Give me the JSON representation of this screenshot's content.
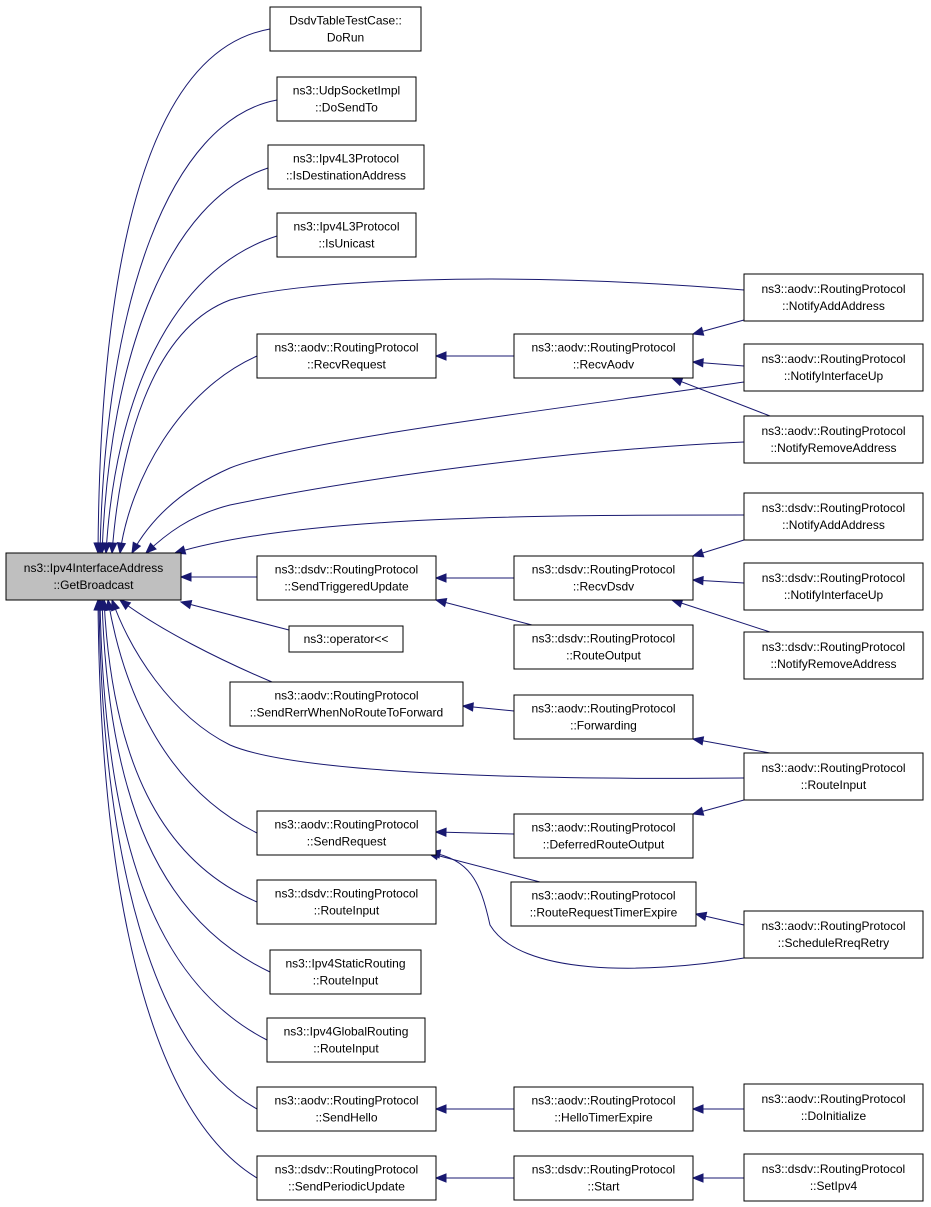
{
  "colors": {
    "edge": "#191970",
    "root_fill": "#bfbfbf",
    "node_fill": "#ffffff",
    "node_border": "#000000"
  },
  "nodes": [
    {
      "id": "root",
      "lines": [
        "ns3::Ipv4InterfaceAddress",
        "::GetBroadcast"
      ]
    },
    {
      "id": "dsdvtable-dorun",
      "lines": [
        "DsdvTableTestCase::",
        "DoRun"
      ]
    },
    {
      "id": "udp-dosendto",
      "lines": [
        "ns3::UdpSocketImpl",
        "::DoSendTo"
      ]
    },
    {
      "id": "ipv4l3-isdest",
      "lines": [
        "ns3::Ipv4L3Protocol",
        "::IsDestinationAddress"
      ]
    },
    {
      "id": "ipv4l3-isunicast",
      "lines": [
        "ns3::Ipv4L3Protocol",
        "::IsUnicast"
      ]
    },
    {
      "id": "aodv-recvrequest",
      "lines": [
        "ns3::aodv::RoutingProtocol",
        "::RecvRequest"
      ]
    },
    {
      "id": "dsdv-sendtriggered",
      "lines": [
        "ns3::dsdv::RoutingProtocol",
        "::SendTriggeredUpdate"
      ]
    },
    {
      "id": "operator-shift",
      "lines": [
        "ns3::operator<<"
      ]
    },
    {
      "id": "aodv-sendrerr",
      "lines": [
        "ns3::aodv::RoutingProtocol",
        "::SendRerrWhenNoRouteToForward"
      ]
    },
    {
      "id": "aodv-sendrequest",
      "lines": [
        "ns3::aodv::RoutingProtocol",
        "::SendRequest"
      ]
    },
    {
      "id": "dsdv-routeinput",
      "lines": [
        "ns3::dsdv::RoutingProtocol",
        "::RouteInput"
      ]
    },
    {
      "id": "static-routeinput",
      "lines": [
        "ns3::Ipv4StaticRouting",
        "::RouteInput"
      ]
    },
    {
      "id": "global-routeinput",
      "lines": [
        "ns3::Ipv4GlobalRouting",
        "::RouteInput"
      ]
    },
    {
      "id": "aodv-sendhello",
      "lines": [
        "ns3::aodv::RoutingProtocol",
        "::SendHello"
      ]
    },
    {
      "id": "dsdv-sendperiodic",
      "lines": [
        "ns3::dsdv::RoutingProtocol",
        "::SendPeriodicUpdate"
      ]
    },
    {
      "id": "aodv-recvaodv",
      "lines": [
        "ns3::aodv::RoutingProtocol",
        "::RecvAodv"
      ]
    },
    {
      "id": "dsdv-recvdsdv",
      "lines": [
        "ns3::dsdv::RoutingProtocol",
        "::RecvDsdv"
      ]
    },
    {
      "id": "dsdv-routeoutput",
      "lines": [
        "ns3::dsdv::RoutingProtocol",
        "::RouteOutput"
      ]
    },
    {
      "id": "aodv-forwarding",
      "lines": [
        "ns3::aodv::RoutingProtocol",
        "::Forwarding"
      ]
    },
    {
      "id": "aodv-deferred",
      "lines": [
        "ns3::aodv::RoutingProtocol",
        "::DeferredRouteOutput"
      ]
    },
    {
      "id": "aodv-rreqtimer",
      "lines": [
        "ns3::aodv::RoutingProtocol",
        "::RouteRequestTimerExpire"
      ]
    },
    {
      "id": "aodv-hellotimer",
      "lines": [
        "ns3::aodv::RoutingProtocol",
        "::HelloTimerExpire"
      ]
    },
    {
      "id": "dsdv-start",
      "lines": [
        "ns3::dsdv::RoutingProtocol",
        "::Start"
      ]
    },
    {
      "id": "aodv-notifyadd",
      "lines": [
        "ns3::aodv::RoutingProtocol",
        "::NotifyAddAddress"
      ]
    },
    {
      "id": "aodv-notifyup",
      "lines": [
        "ns3::aodv::RoutingProtocol",
        "::NotifyInterfaceUp"
      ]
    },
    {
      "id": "aodv-notifyremove",
      "lines": [
        "ns3::aodv::RoutingProtocol",
        "::NotifyRemoveAddress"
      ]
    },
    {
      "id": "dsdv-notifyadd",
      "lines": [
        "ns3::dsdv::RoutingProtocol",
        "::NotifyAddAddress"
      ]
    },
    {
      "id": "dsdv-notifyup",
      "lines": [
        "ns3::dsdv::RoutingProtocol",
        "::NotifyInterfaceUp"
      ]
    },
    {
      "id": "dsdv-notifyremove",
      "lines": [
        "ns3::dsdv::RoutingProtocol",
        "::NotifyRemoveAddress"
      ]
    },
    {
      "id": "aodv-routeinput",
      "lines": [
        "ns3::aodv::RoutingProtocol",
        "::RouteInput"
      ]
    },
    {
      "id": "aodv-schedulerreq",
      "lines": [
        "ns3::aodv::RoutingProtocol",
        "::ScheduleRreqRetry"
      ]
    },
    {
      "id": "aodv-doinitialize",
      "lines": [
        "ns3::aodv::RoutingProtocol",
        "::DoInitialize"
      ]
    },
    {
      "id": "dsdv-setipv4",
      "lines": [
        "ns3::dsdv::RoutingProtocol",
        "::SetIpv4"
      ]
    }
  ],
  "edges": [
    {
      "from": "dsdvtable-dorun",
      "to": "root"
    },
    {
      "from": "udp-dosendto",
      "to": "root"
    },
    {
      "from": "ipv4l3-isdest",
      "to": "root"
    },
    {
      "from": "ipv4l3-isunicast",
      "to": "root"
    },
    {
      "from": "aodv-notifyadd",
      "to": "root"
    },
    {
      "from": "aodv-recvrequest",
      "to": "root"
    },
    {
      "from": "aodv-notifyup",
      "to": "root"
    },
    {
      "from": "aodv-notifyremove",
      "to": "root"
    },
    {
      "from": "dsdv-notifyadd",
      "to": "root"
    },
    {
      "from": "dsdv-sendtriggered",
      "to": "root"
    },
    {
      "from": "operator-shift",
      "to": "root"
    },
    {
      "from": "aodv-sendrerr",
      "to": "root"
    },
    {
      "from": "aodv-routeinput",
      "to": "root"
    },
    {
      "from": "aodv-sendrequest",
      "to": "root"
    },
    {
      "from": "dsdv-routeinput",
      "to": "root"
    },
    {
      "from": "static-routeinput",
      "to": "root"
    },
    {
      "from": "global-routeinput",
      "to": "root"
    },
    {
      "from": "aodv-sendhello",
      "to": "root"
    },
    {
      "from": "dsdv-sendperiodic",
      "to": "root"
    },
    {
      "from": "aodv-recvaodv",
      "to": "aodv-recvrequest"
    },
    {
      "from": "aodv-notifyadd",
      "to": "aodv-recvaodv"
    },
    {
      "from": "aodv-notifyup",
      "to": "aodv-recvaodv"
    },
    {
      "from": "aodv-notifyremove",
      "to": "aodv-recvaodv"
    },
    {
      "from": "dsdv-recvdsdv",
      "to": "dsdv-sendtriggered"
    },
    {
      "from": "dsdv-routeoutput",
      "to": "dsdv-sendtriggered"
    },
    {
      "from": "dsdv-notifyadd",
      "to": "dsdv-recvdsdv"
    },
    {
      "from": "dsdv-notifyup",
      "to": "dsdv-recvdsdv"
    },
    {
      "from": "dsdv-notifyremove",
      "to": "dsdv-recvdsdv"
    },
    {
      "from": "aodv-forwarding",
      "to": "aodv-sendrerr"
    },
    {
      "from": "aodv-routeinput",
      "to": "aodv-forwarding"
    },
    {
      "from": "aodv-deferred",
      "to": "aodv-sendrequest"
    },
    {
      "from": "aodv-rreqtimer",
      "to": "aodv-sendrequest"
    },
    {
      "from": "aodv-schedulerreq",
      "to": "aodv-sendrequest"
    },
    {
      "from": "aodv-routeinput",
      "to": "aodv-deferred"
    },
    {
      "from": "aodv-schedulerreq",
      "to": "aodv-rreqtimer"
    },
    {
      "from": "aodv-hellotimer",
      "to": "aodv-sendhello"
    },
    {
      "from": "aodv-doinitialize",
      "to": "aodv-hellotimer"
    },
    {
      "from": "dsdv-start",
      "to": "dsdv-sendperiodic"
    },
    {
      "from": "dsdv-setipv4",
      "to": "dsdv-start"
    }
  ]
}
